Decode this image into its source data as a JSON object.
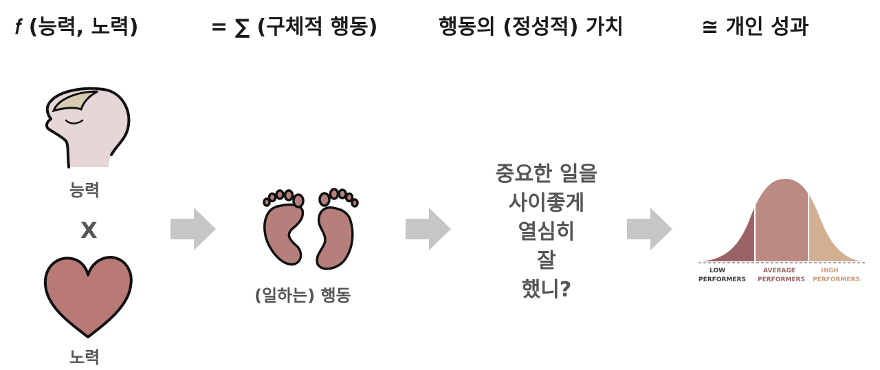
{
  "header": {
    "formula": "𝑓 (능력, 노력)",
    "sum": "= ∑ (구체적 행동)",
    "value": "행동의 (정성적) 가치",
    "result": "≅ 개인 성과"
  },
  "ability": {
    "label": "능력"
  },
  "multiply": {
    "symbol": "X"
  },
  "effort": {
    "label": "노력"
  },
  "behavior": {
    "label": "(일하는) 행동"
  },
  "questions": [
    "중요한 일을",
    "사이좋게",
    "열심히",
    "잘",
    "했니?"
  ],
  "performance": {
    "low": [
      "LOW",
      "PERFORMERS"
    ],
    "average": [
      "AVERAGE",
      "PERFORMERS"
    ],
    "high": [
      "HIGH",
      "PERFORMERS"
    ],
    "colors": {
      "low": "#9a6466",
      "average": "#bb8a83",
      "high": "#d2ae93"
    }
  },
  "colors": {
    "arrow": "#c6c6c6",
    "heart": "#b97a77",
    "head": "#e7d6d8",
    "feet": "#b57f7b"
  }
}
